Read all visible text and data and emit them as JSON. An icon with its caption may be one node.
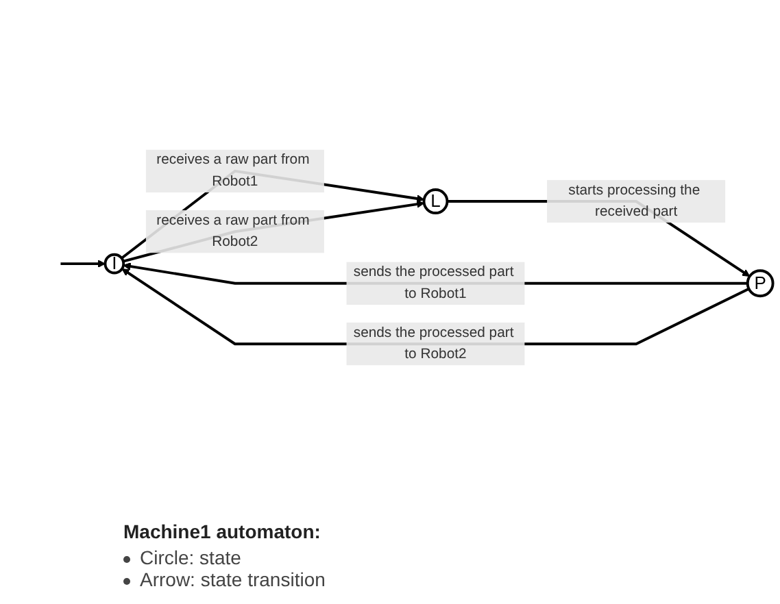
{
  "diagram": {
    "nodes": [
      {
        "text": [
          "I"
        ]
      },
      {
        "text": [
          "L"
        ]
      },
      {
        "text": [
          "P"
        ]
      }
    ],
    "edges": [
      {
        "from": null,
        "to": 0,
        "arrow": "to"
      },
      {
        "from": 0,
        "to": 1,
        "arrow": "to",
        "label": "receives a raw part from Robot1"
      },
      {
        "from": 0,
        "to": 1,
        "arrow": "to",
        "label": "receives a raw part from Robot2"
      },
      {
        "from": 1,
        "to": 2,
        "arrow": "to",
        "label": "starts processing the received part"
      },
      {
        "from": 2,
        "to": 0,
        "arrow": "to",
        "label": "sends the processed part to Robot1"
      },
      {
        "from": 2,
        "to": 0,
        "arrow": "to",
        "label": "sends the processed part to Robot2"
      }
    ],
    "labels": [
      "Machine1 automaton:"
    ],
    "legend": [
      {
        "text": "Circle: state"
      },
      {
        "text": "Arrow: state transition"
      }
    ]
  }
}
